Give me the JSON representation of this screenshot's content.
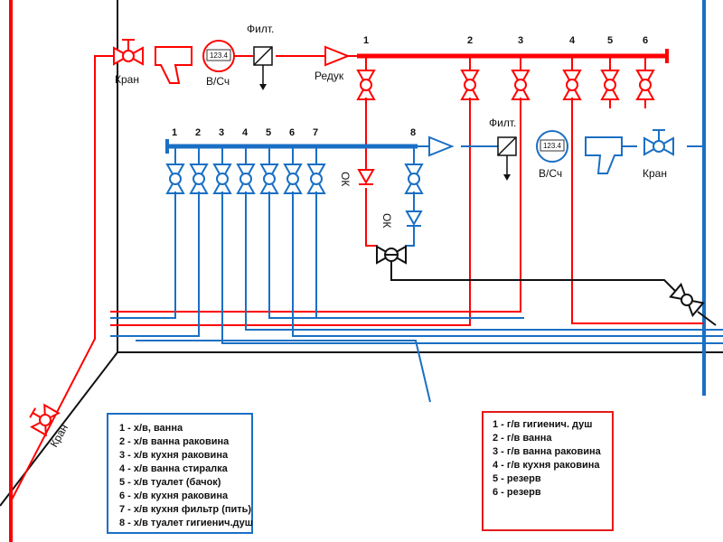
{
  "colors": {
    "hot": "#ff0000",
    "cold": "#1a6fc4",
    "black": "#000000",
    "room_line": "#111111"
  },
  "labels": {
    "kran_top": "Кран",
    "meter_top": "В/Сч",
    "meter_top_display": "123.4",
    "filter_top": "Филт.",
    "reducer": "Редук",
    "filter_cold": "Филт.",
    "meter_cold": "В/Сч",
    "meter_cold_display": "123.4",
    "kran_cold": "Кран",
    "kran_riser": "Кран",
    "ok_hot": "ОК",
    "ok_cold": "ОК"
  },
  "hot_manifold_numbers": [
    "1",
    "2",
    "3",
    "4",
    "5",
    "6"
  ],
  "cold_manifold_numbers": [
    "1",
    "2",
    "3",
    "4",
    "5",
    "6",
    "7",
    "8"
  ],
  "legend_cold": {
    "items": [
      "1 - х/в, ванна",
      "2 - х/в ванна раковина",
      "3 - х/в кухня раковина",
      "4 - х/в ванна стиралка",
      "5 - х/в туалет (бачок)",
      "6 - х/в кухня раковина",
      "7 - х/в кухня фильтр (пить)",
      "8 - х/в туалет гигиенич.душ"
    ]
  },
  "legend_hot": {
    "items": [
      "1 - г/в гигиенич. душ",
      "2 - г/в ванна",
      "3 - г/в ванна раковина",
      "4 - г/в кухня раковина",
      "5 - резерв",
      "6 - резерв"
    ]
  }
}
